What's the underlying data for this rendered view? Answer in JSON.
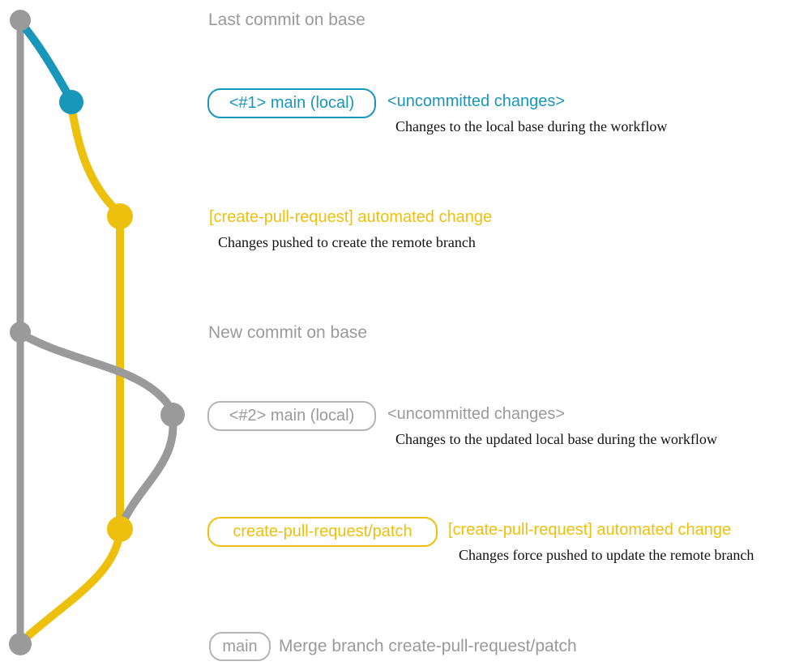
{
  "colors": {
    "gray": "#9a9a9a",
    "gray_border": "#b5b5b5",
    "teal": "#1897ba",
    "yellow": "#eec00e"
  },
  "graph": {
    "commits": [
      "last-commit-on-base",
      "local-main-1",
      "automated-change-1",
      "new-commit-on-base",
      "local-main-2",
      "automated-change-2",
      "merge-commit"
    ]
  },
  "annotations": {
    "last_commit": "Last commit on base",
    "branch1_label": "<#1> main (local)",
    "branch1_status": "<uncommitted changes>",
    "branch1_caption": "Changes to the local base during the workflow",
    "push1_title": "[create-pull-request] automated change",
    "push1_caption": "Changes pushed to create the remote branch",
    "new_commit": "New commit on base",
    "branch2_label": "<#2> main (local)",
    "branch2_status": "<uncommitted changes>",
    "branch2_caption": "Changes to the updated local base during the workflow",
    "patch_branch_label": "create-pull-request/patch",
    "push2_title": "[create-pull-request] automated change",
    "push2_caption": "Changes force pushed to update the remote branch",
    "main_label": "main",
    "merge_caption": "Merge branch create-pull-request/patch"
  }
}
